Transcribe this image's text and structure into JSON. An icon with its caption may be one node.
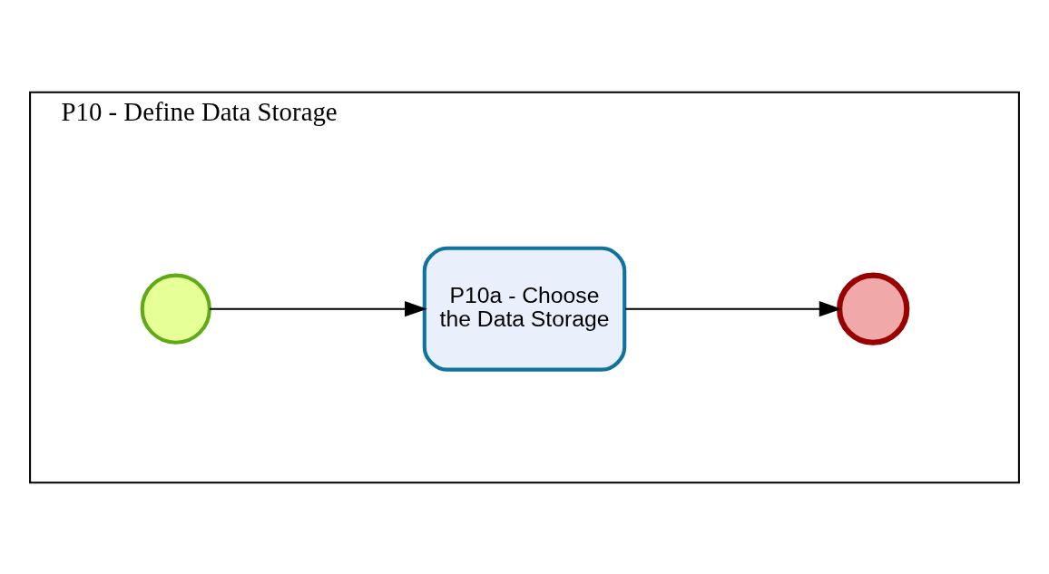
{
  "diagram": {
    "nodes": [
      {
        "text": [
          "P10 - Define Data Storage"
        ]
      },
      {
        "text": [],
        "shape": "circle",
        "in": 0
      },
      {
        "text": [
          "P10a - Choose the Data Storage"
        ],
        "in": 0
      },
      {
        "text": [],
        "shape": "circle",
        "in": 0
      }
    ],
    "edges": [
      {
        "from": 1,
        "to": 2,
        "arrow": "to"
      },
      {
        "from": 2,
        "to": 3,
        "arrow": "to"
      }
    ]
  }
}
